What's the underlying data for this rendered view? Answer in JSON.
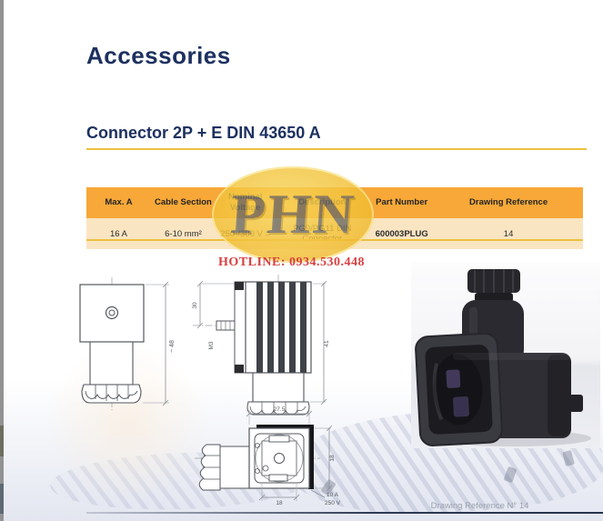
{
  "page": {
    "title": "Accessories",
    "section_heading": "Connector 2P + E DIN 43650 A",
    "watermark_text": "PHN",
    "hotline": "HOTLINE: 0934.530.448",
    "footer_reference": "Drawing Reference N° 14"
  },
  "table": {
    "headers": [
      "Max. A",
      "Cable Section",
      "Nominal Voltage",
      "Description",
      "Part Number",
      "Drawing Reference"
    ],
    "row": {
      "max_a": "16 A",
      "cable_section": "6-10 mm²",
      "nominal_voltage": "250-/300 V =",
      "description": "PG9/PG11 DIN Connector",
      "part_number": "600003PLUG",
      "drawing_reference": "14"
    }
  },
  "drawings": {
    "front_view": {
      "height_dim": "~ 48"
    },
    "side_view": {
      "depth_dim": "30",
      "screw_label": "M3",
      "height_dim": "41"
    },
    "rear_view": {
      "width_dim": "27.5",
      "side_dim": "18",
      "bottom_dim": "18",
      "rating_amps": "10 A",
      "rating_volts": "250 V"
    }
  },
  "colors": {
    "heading_navy": "#1d3160",
    "table_header_orange": "#f7a838",
    "table_row_cream": "#fae5c2",
    "accent_gold": "#edc13e",
    "hotline_red": "#d84040",
    "watermark_gold": "#f2bf35",
    "footer_gray": "#9aa1ab"
  }
}
